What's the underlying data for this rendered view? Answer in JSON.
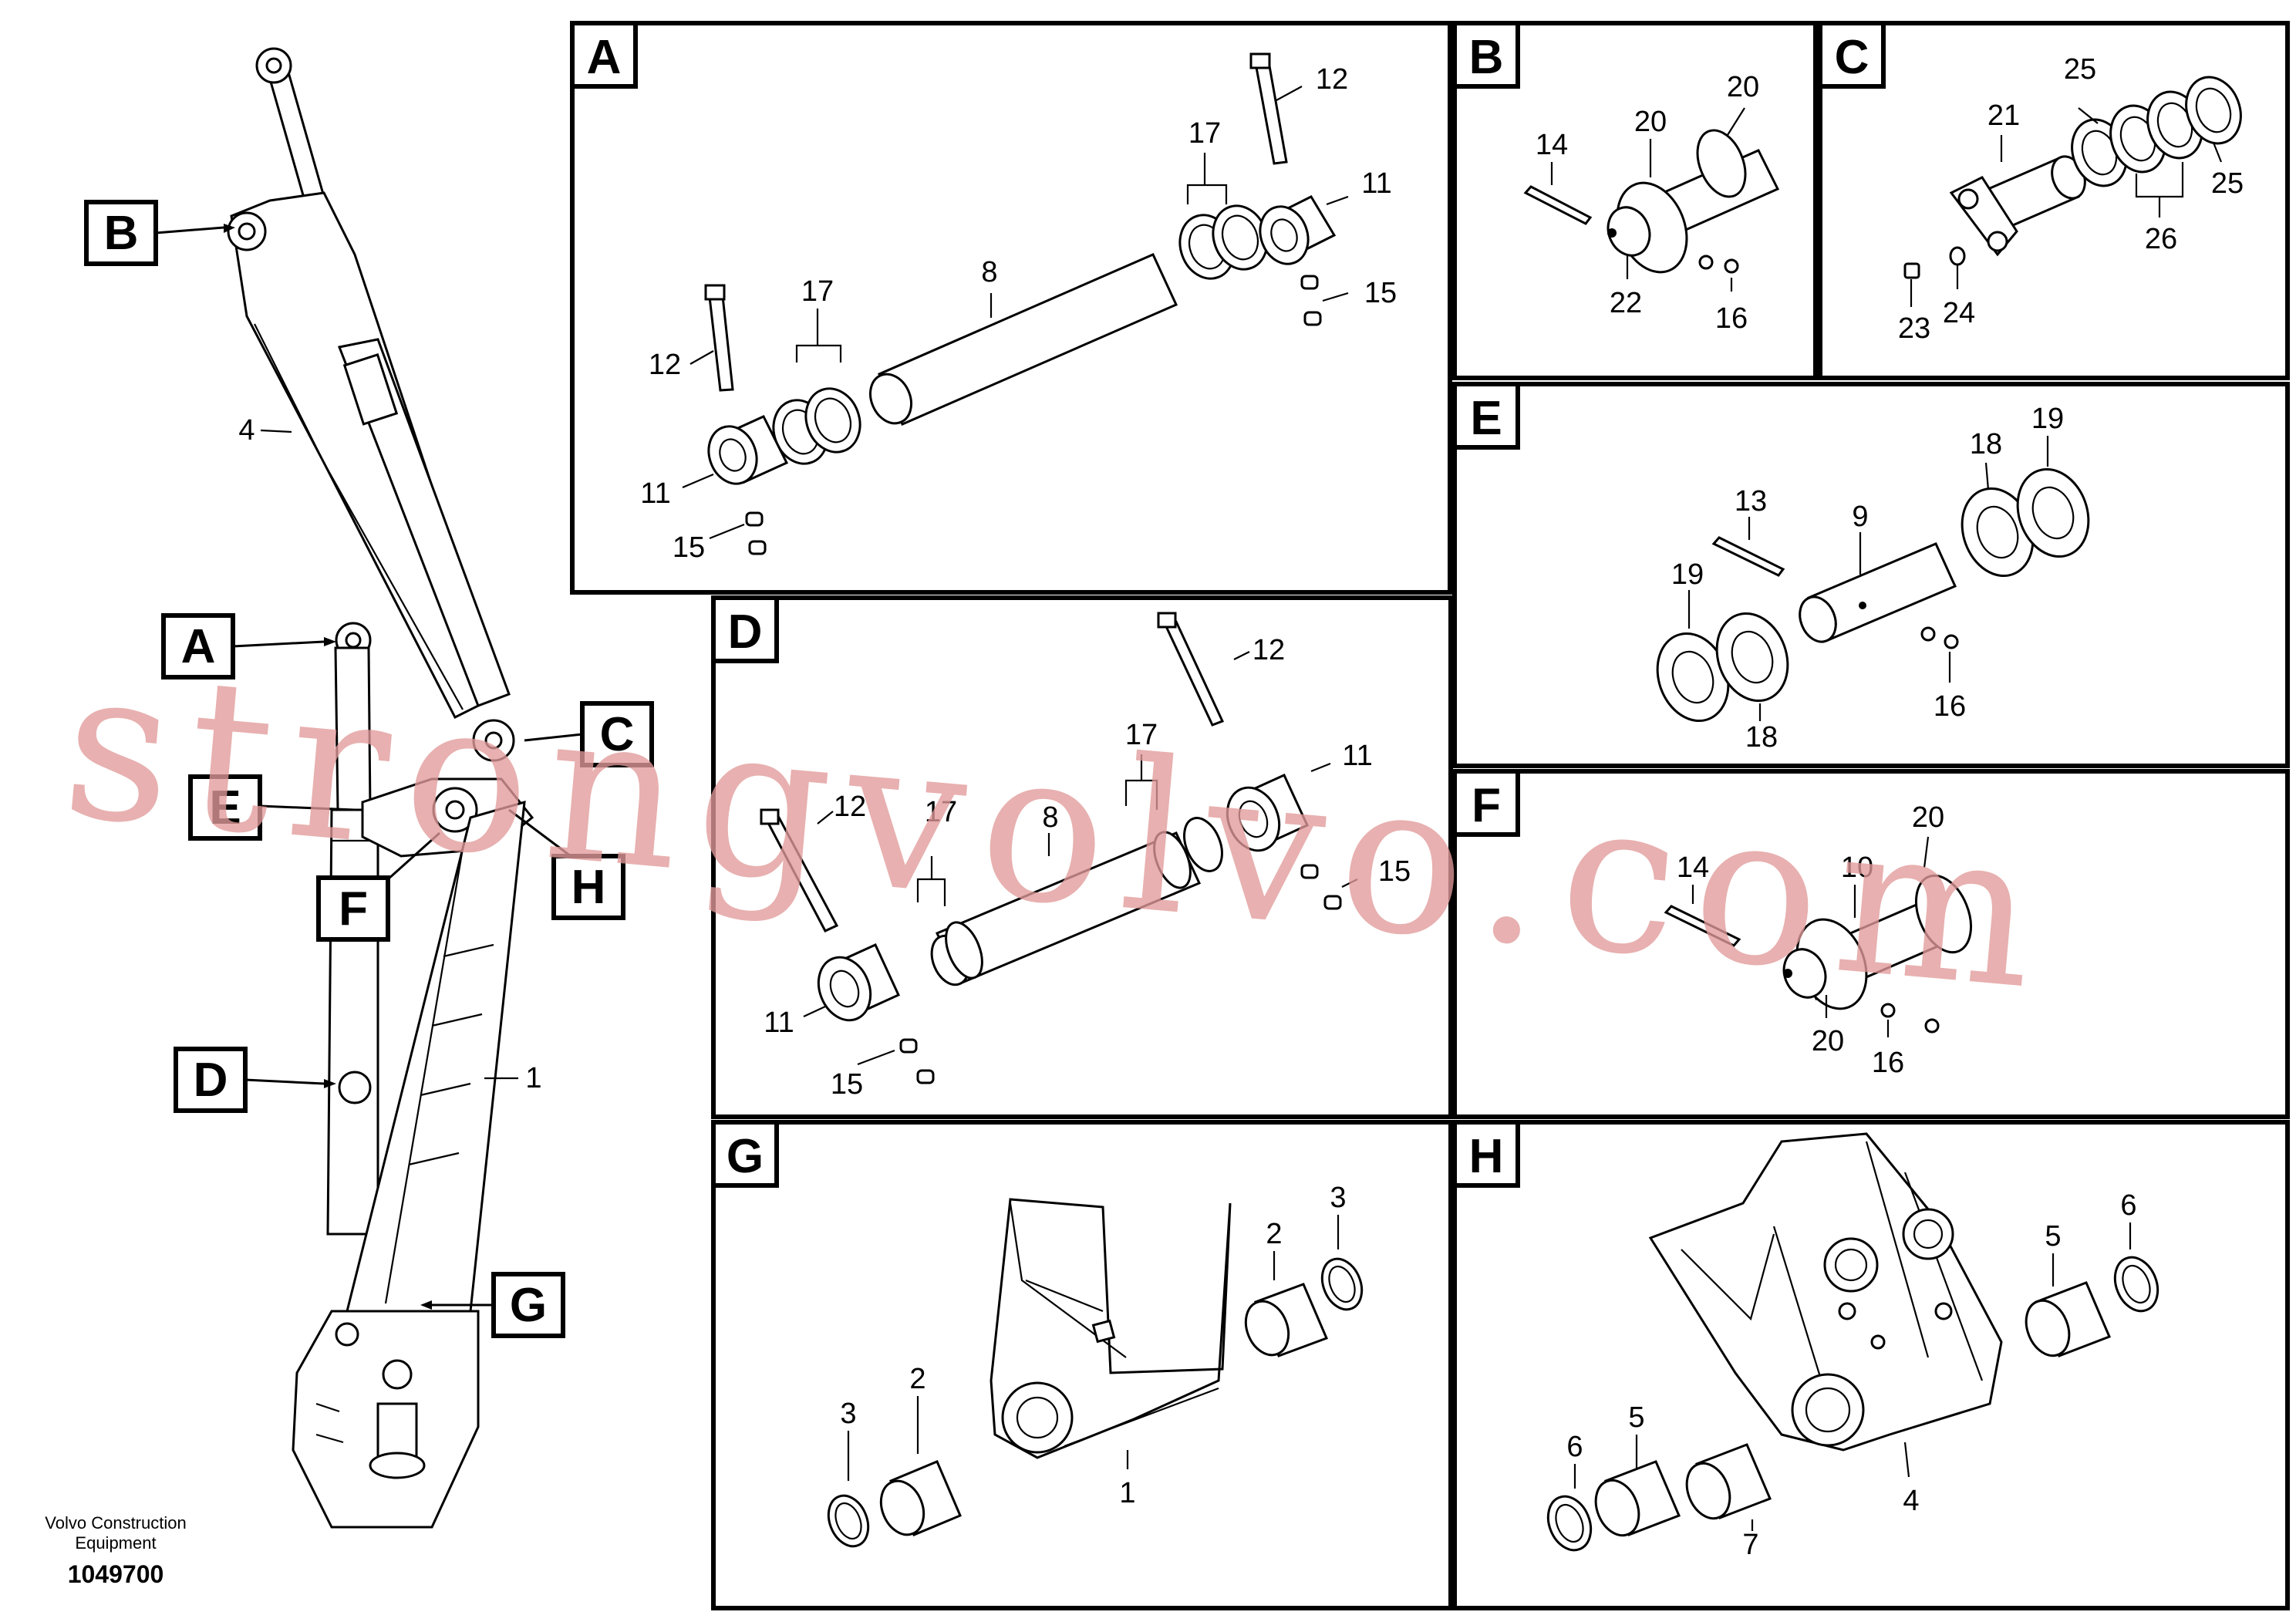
{
  "main_view": {
    "callouts": [
      {
        "letter": "B"
      },
      {
        "letter": "A"
      },
      {
        "letter": "C"
      },
      {
        "letter": "E"
      },
      {
        "letter": "F"
      },
      {
        "letter": "H"
      },
      {
        "letter": "D"
      },
      {
        "letter": "G"
      }
    ],
    "part_labels": [
      "4",
      "1"
    ],
    "caption_line1": "Volvo Construction",
    "caption_line2": "Equipment",
    "doc_number": "1049700"
  },
  "panels": {
    "A": {
      "letter": "A",
      "labels": [
        "12",
        "17",
        "11",
        "8",
        "15",
        "17",
        "12",
        "11",
        "15"
      ]
    },
    "B": {
      "letter": "B",
      "labels": [
        "14",
        "20",
        "20",
        "22",
        "16"
      ]
    },
    "C": {
      "letter": "C",
      "labels": [
        "25",
        "21",
        "25",
        "26",
        "23",
        "24"
      ]
    },
    "D": {
      "letter": "D",
      "labels": [
        "12",
        "17",
        "11",
        "12",
        "17",
        "8",
        "15",
        "11",
        "15"
      ]
    },
    "E": {
      "letter": "E",
      "labels": [
        "18",
        "19",
        "13",
        "9",
        "19",
        "18",
        "16"
      ]
    },
    "F": {
      "letter": "F",
      "labels": [
        "20",
        "14",
        "10",
        "20",
        "16"
      ]
    },
    "G": {
      "letter": "G",
      "labels": [
        "2",
        "3",
        "3",
        "2",
        "1"
      ]
    },
    "H": {
      "letter": "H",
      "labels": [
        "6",
        "5",
        "6",
        "5",
        "7",
        "4"
      ]
    }
  },
  "watermark": "strongvolvo.com"
}
